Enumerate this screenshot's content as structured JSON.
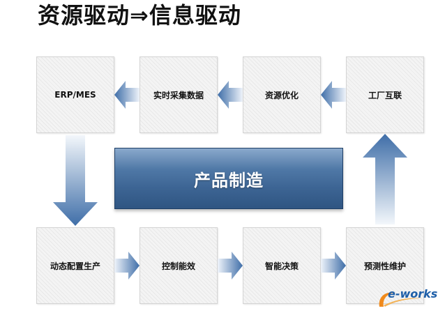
{
  "title": "资源驱动⇒信息驱动",
  "center": {
    "label": "产品制造"
  },
  "nodes": {
    "erp": "ERP/MES",
    "collect": "实时采集数据",
    "optimize": "资源优化",
    "iiot": "工厂互联",
    "dynamic": "动态配置生产",
    "control": "控制能效",
    "decision": "智能决策",
    "maintain": "预测性维护"
  },
  "watermark": {
    "text": "e-works"
  },
  "colors": {
    "arrow_blue": "#3f6ea8",
    "center_blue": "#3d6594",
    "watermark_orange": "#f08a1c"
  }
}
